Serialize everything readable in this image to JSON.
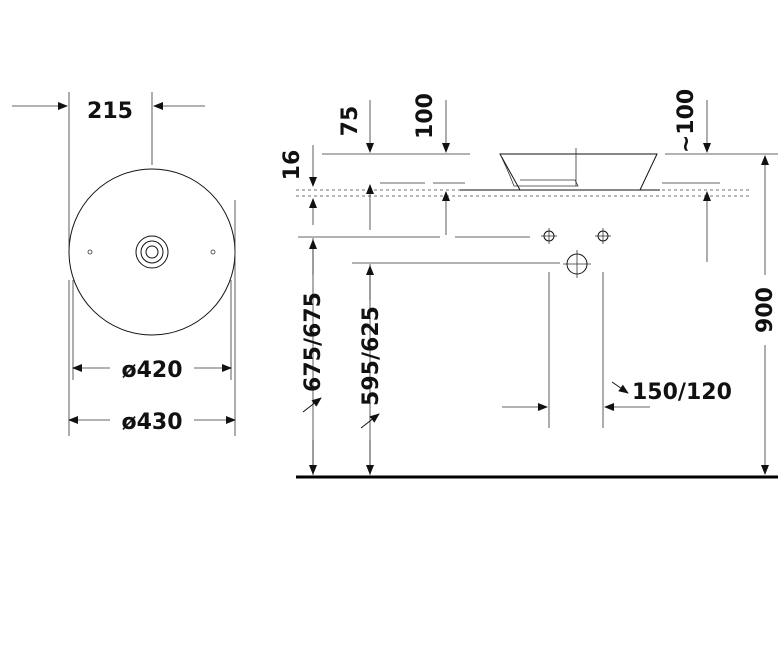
{
  "dimensions": {
    "offset_215": "215",
    "diameter_420": "ø420",
    "diameter_430": "ø430",
    "depth_75": "75",
    "depth_100": "100",
    "approx_100": "~100",
    "thickness_16": "16",
    "height_675": "675/675",
    "height_595": "595/625",
    "height_900": "900",
    "spacing_150": "150/120"
  }
}
